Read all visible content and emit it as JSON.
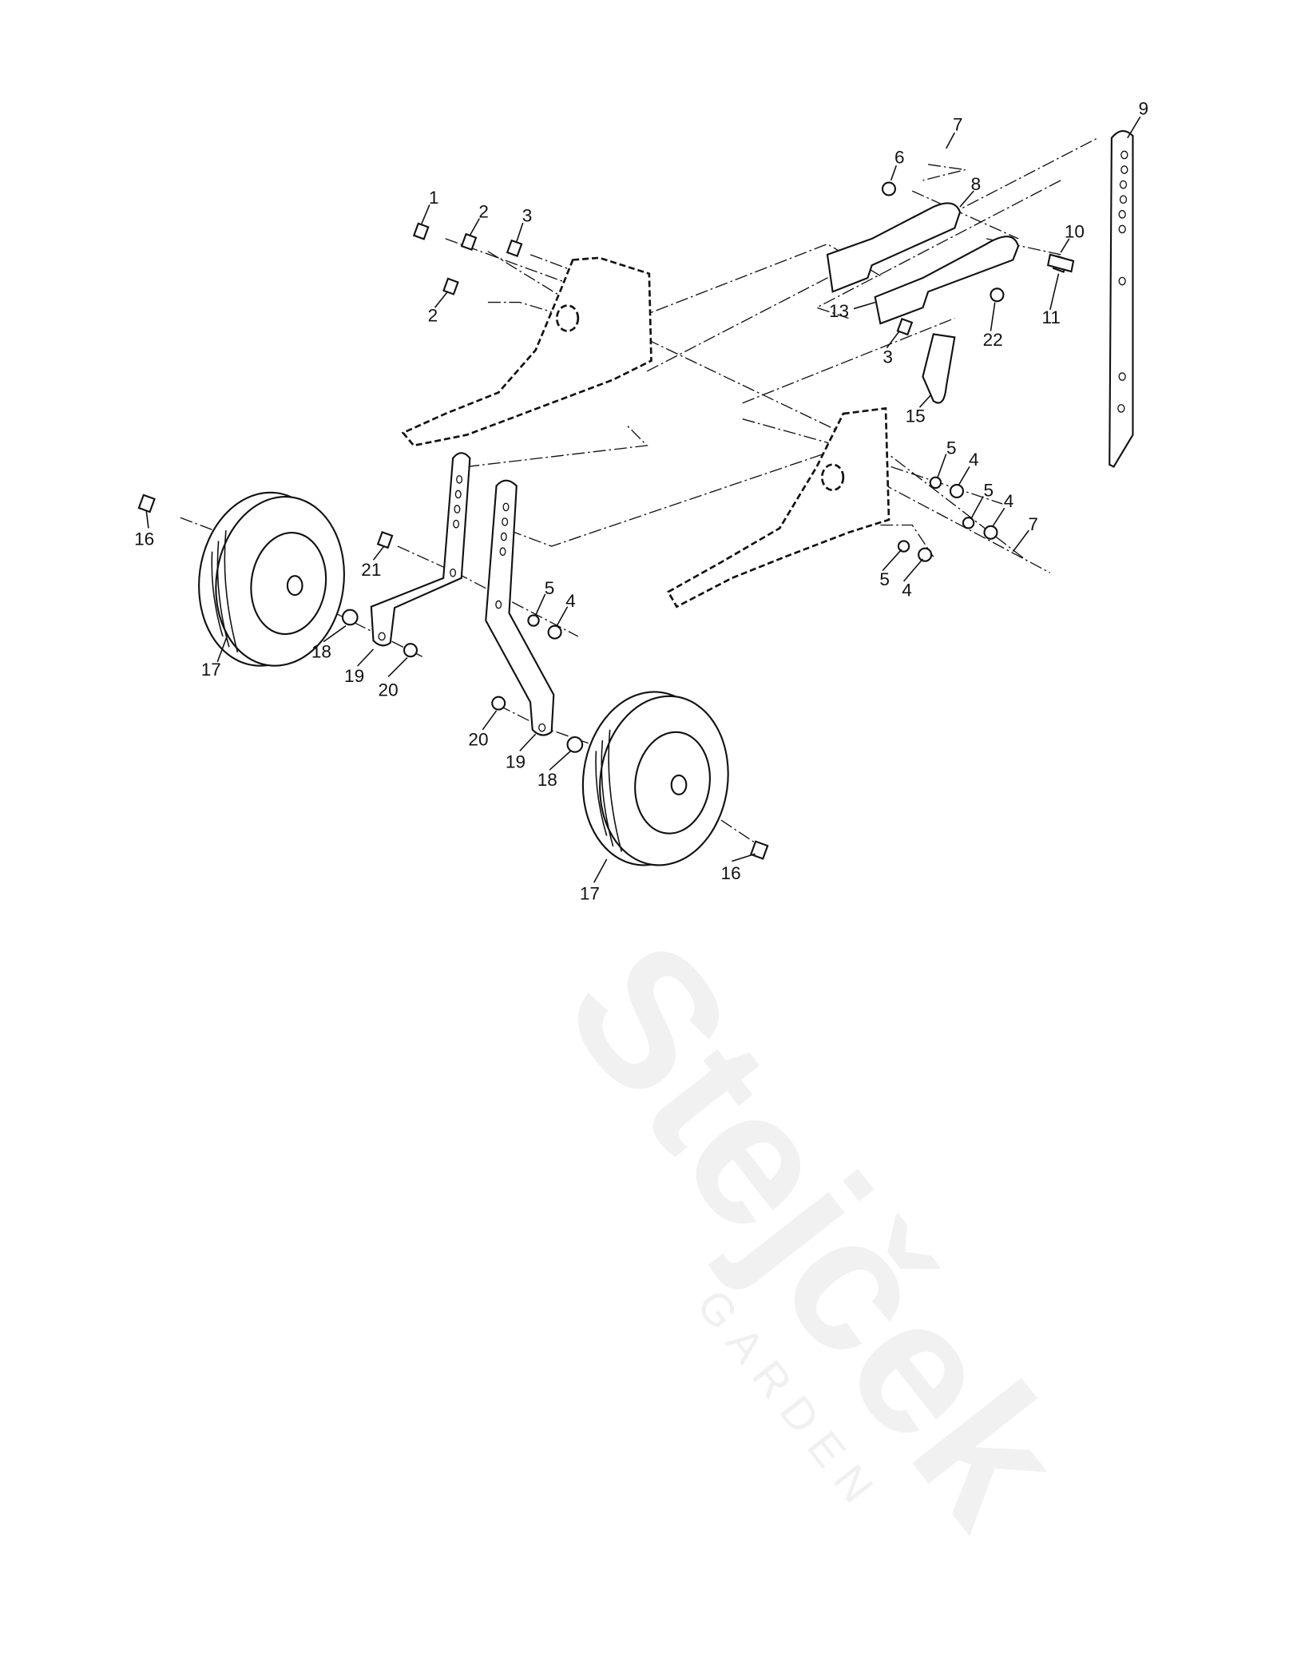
{
  "watermark": {
    "brand": "Stejček",
    "sub": "GARDEN"
  },
  "callouts": [
    "9",
    "7",
    "6",
    "8",
    "1",
    "2",
    "3",
    "10",
    "2",
    "13",
    "11",
    "22",
    "3",
    "15",
    "5",
    "4",
    "5",
    "4",
    "7",
    "16",
    "21",
    "5",
    "4",
    "5",
    "4",
    "18",
    "17",
    "19",
    "20",
    "20",
    "19",
    "18",
    "16",
    "17"
  ]
}
